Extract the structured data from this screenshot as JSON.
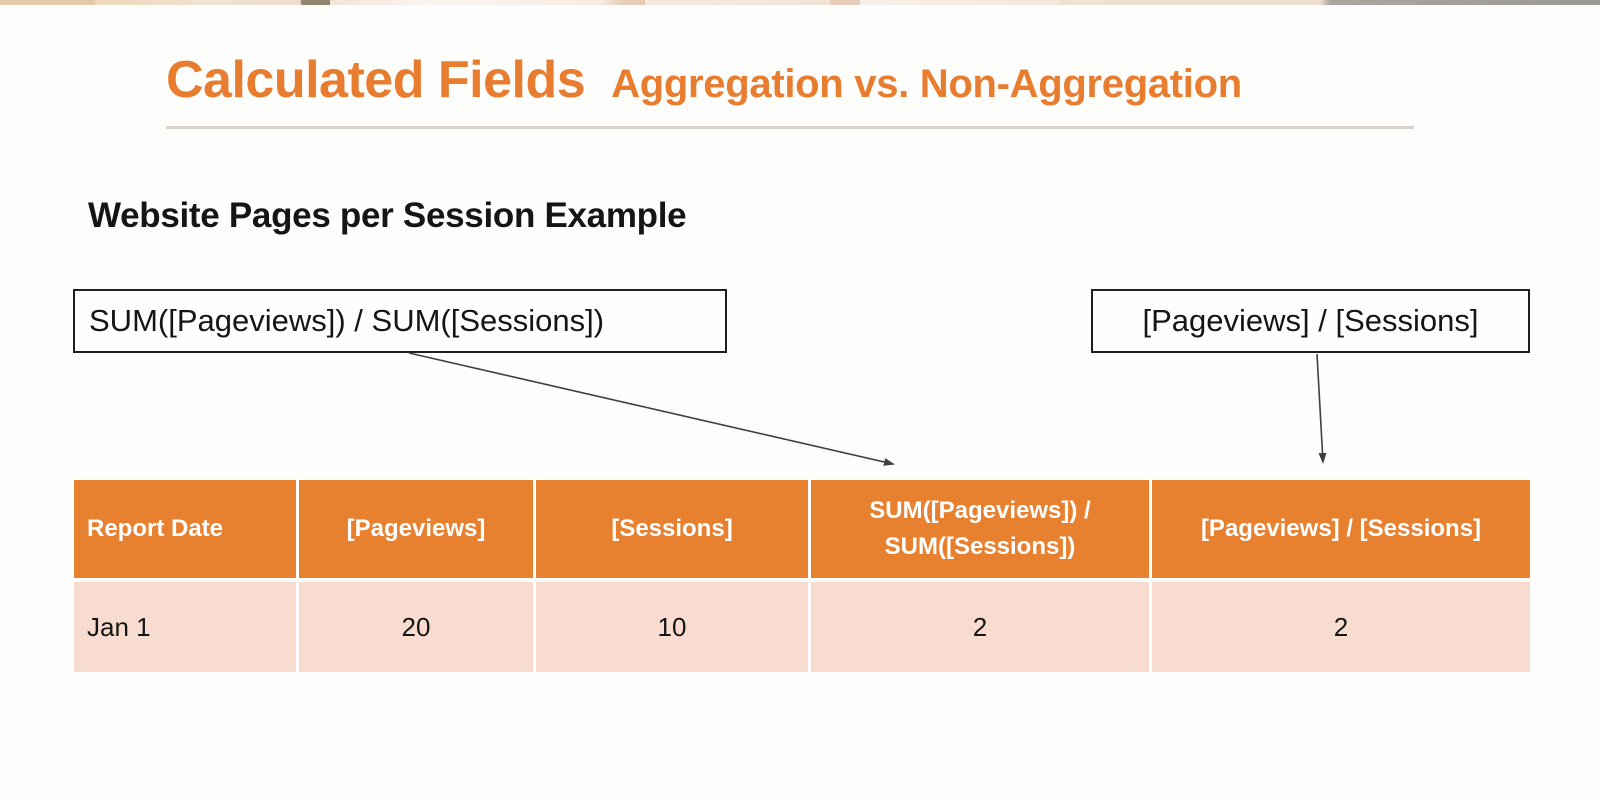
{
  "colors": {
    "accent_orange": "#E87C2F",
    "table_header_bg": "#E8812F",
    "table_row_bg": "#F8DCD0",
    "divider": "#D9D1C9",
    "text_dark": "#151515",
    "header_text": "#FFFFFF",
    "arrow": "#3f3f3f"
  },
  "title": {
    "main": "Calculated Fields",
    "subtitle": "Aggregation vs. Non-Aggregation"
  },
  "section_heading": "Website Pages per Session Example",
  "formula_boxes": {
    "aggregated": "SUM([Pageviews]) / SUM([Sessions])",
    "non_aggregated": "[Pageviews] / [Sessions]"
  },
  "table": {
    "columns": [
      "Report Date",
      "[Pageviews]",
      "[Sessions]",
      "SUM([Pageviews]) /\nSUM([Sessions])",
      "[Pageviews] / [Sessions]"
    ],
    "rows": [
      [
        "Jan 1",
        "20",
        "10",
        "2",
        "2"
      ]
    ]
  }
}
